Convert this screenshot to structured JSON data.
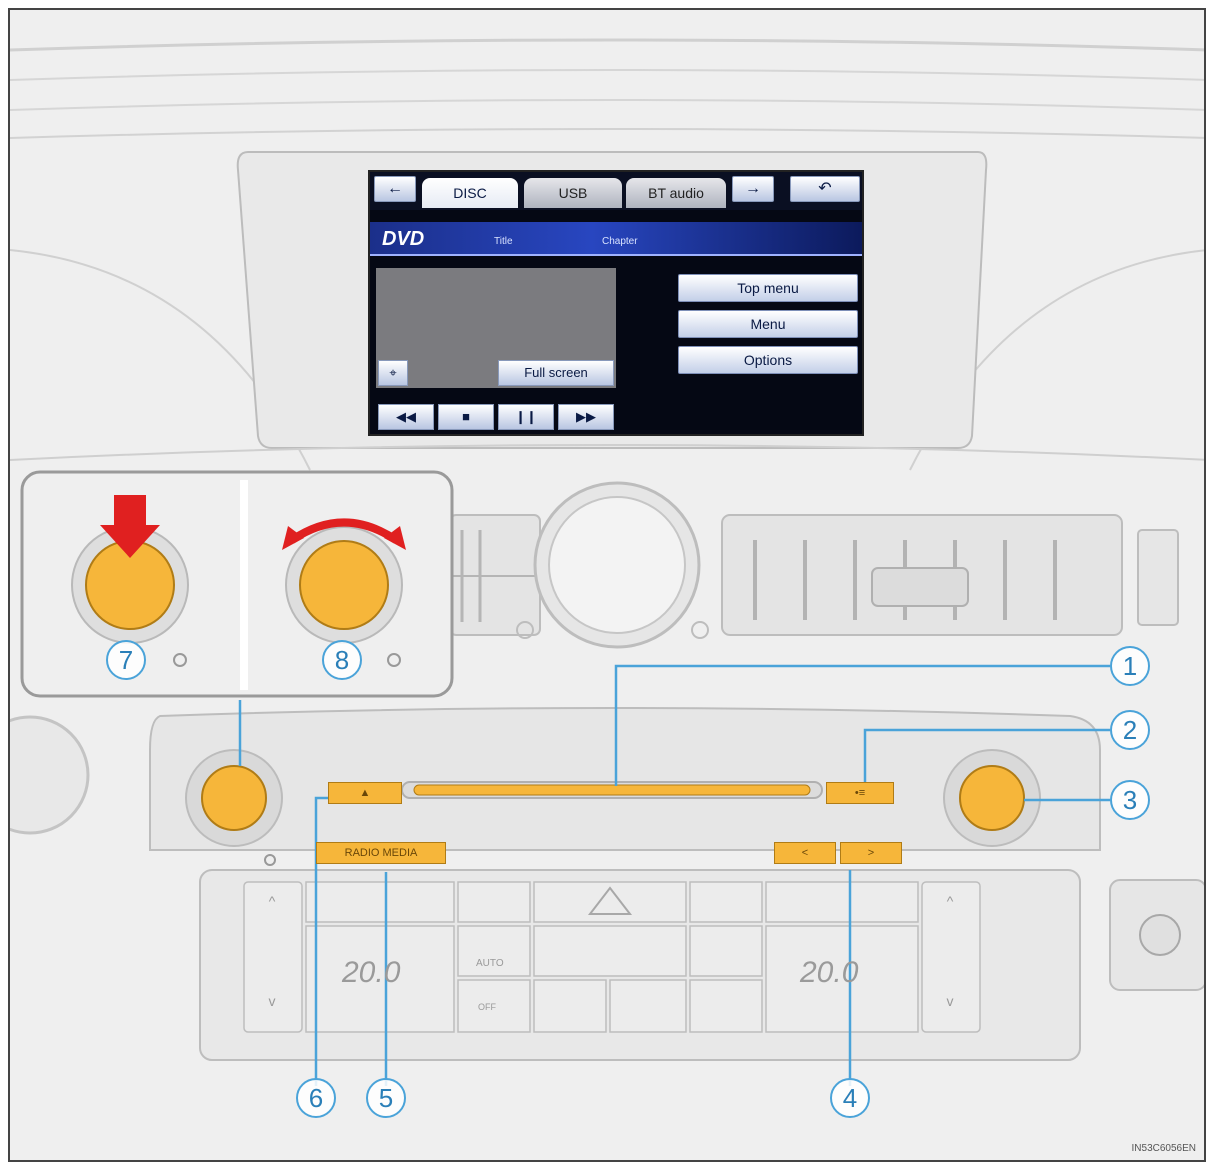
{
  "screen": {
    "tabs": [
      {
        "label": "DISC",
        "active": true
      },
      {
        "label": "USB",
        "active": false
      },
      {
        "label": "BT audio",
        "active": false
      }
    ],
    "source": {
      "name": "DVD",
      "title_label": "Title",
      "chapter_label": "Chapter"
    },
    "menu": {
      "top_menu": "Top menu",
      "menu": "Menu",
      "options": "Options"
    },
    "full_screen": "Full screen",
    "icons": {
      "left": "left-arrow-icon",
      "right": "right-arrow-icon",
      "back": "back-icon",
      "rewind": "rewind-icon",
      "stop": "stop-icon",
      "pause": "pause-icon",
      "fast_forward": "fast-forward-icon",
      "resize": "resize-icon"
    }
  },
  "panel": {
    "eject_label": "▲",
    "load_label": "•≡",
    "radio_media": "RADIO   MEDIA",
    "seek_left": "<",
    "seek_right": ">",
    "temp_left": "20.0",
    "temp_right": "20.0",
    "auto_label": "AUTO",
    "off_label": "OFF"
  },
  "callouts": [
    "1",
    "2",
    "3",
    "4",
    "5",
    "6",
    "7",
    "8"
  ],
  "footer": {
    "code": "IN53C6056EN"
  },
  "colors": {
    "highlight": "#f6b63a",
    "callout": "#4aa3d9",
    "arrow": "#e02020"
  }
}
